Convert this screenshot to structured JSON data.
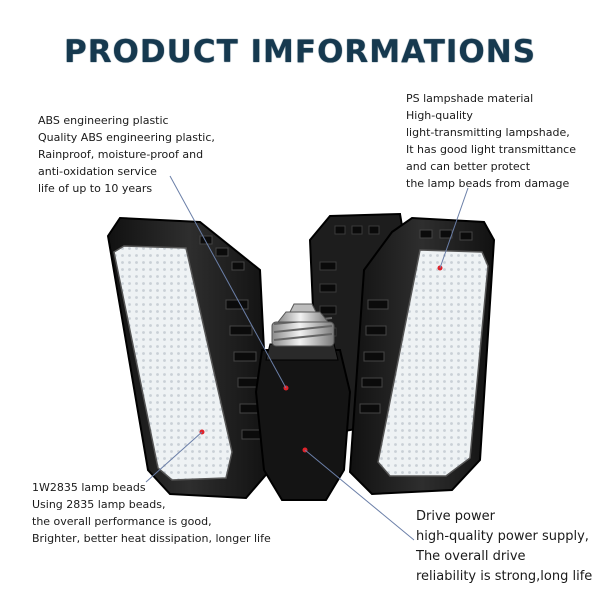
{
  "title": "PRODUCT IMFORMATIONS",
  "callouts": {
    "abs": {
      "lines": [
        "ABS engineering plastic",
        "Quality ABS engineering plastic,",
        "Rainproof, moisture-proof and",
        "anti-oxidation service",
        "life of up to 10 years"
      ]
    },
    "ps": {
      "lines": [
        "PS lampshade material",
        "High-quality",
        "light-transmitting lampshade,",
        "It has good light transmittance",
        "and can better protect",
        "the lamp beads from damage"
      ]
    },
    "beads": {
      "lines": [
        "1W2835 lamp beads",
        "Using 2835 lamp beads,",
        "the overall performance is good,",
        "Brighter, better heat dissipation, longer life"
      ]
    },
    "drive": {
      "lines": [
        "Drive power",
        "high-quality power supply,",
        "The overall drive",
        "reliability is strong,long life"
      ]
    }
  },
  "colors": {
    "title": "#16394f",
    "housing": "#1c1c1c",
    "panel": "#e9edf0",
    "marker": "#e0222a"
  }
}
